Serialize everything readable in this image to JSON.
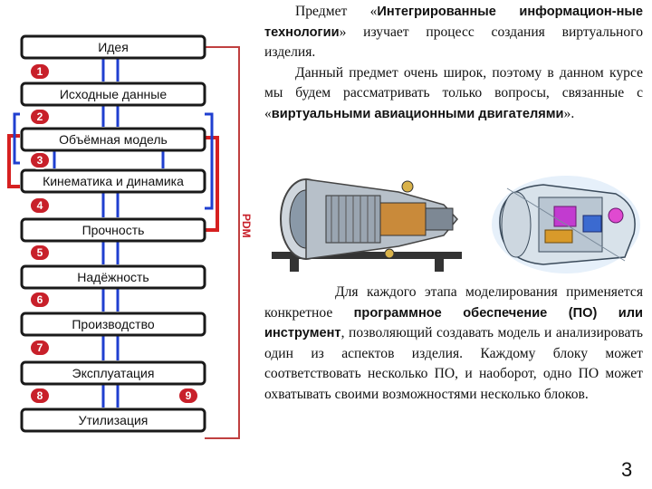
{
  "diagram": {
    "stages": [
      {
        "label": "Идея"
      },
      {
        "label": "Исходные данные"
      },
      {
        "label": "Объёмная модель"
      },
      {
        "label": "Кинематика и динамика"
      },
      {
        "label": "Прочность"
      },
      {
        "label": "Надёжность"
      },
      {
        "label": "Производство"
      },
      {
        "label": "Эксплуатация"
      },
      {
        "label": "Утилизация"
      }
    ],
    "badges": [
      "1",
      "2",
      "3",
      "4",
      "5",
      "6",
      "7",
      "8",
      "9"
    ],
    "pdm_label": "PDM",
    "colors": {
      "blue": "#1f3fd0",
      "red": "#d62020",
      "badge": "#c8202a",
      "pdm_line": "#c04040"
    }
  },
  "text": {
    "p1_a": "Предмет «",
    "p1_bold1": "Интегрированные информацион-ные технологии",
    "p1_b": "» изучает процесс создания виртуального изделия.",
    "p1_c": "Данный предмет очень широк, поэтому в данном курсе мы будем рассматривать только вопросы, связанные с «",
    "p1_bold2": "виртуальными авиационными двигателями",
    "p1_d": "».",
    "p2_a": "Для каждого этапа моделирования применяется конкретное ",
    "p2_bold": "программное обеспечение (ПО) или инструмент",
    "p2_b": ", позволяющий создавать модель и анализировать один из аспектов изделия. Каждому блоку может соответствовать несколько ПО, и наоборот, одно ПО может охватывать своими возможностями несколько блоков."
  },
  "page_number": "3"
}
